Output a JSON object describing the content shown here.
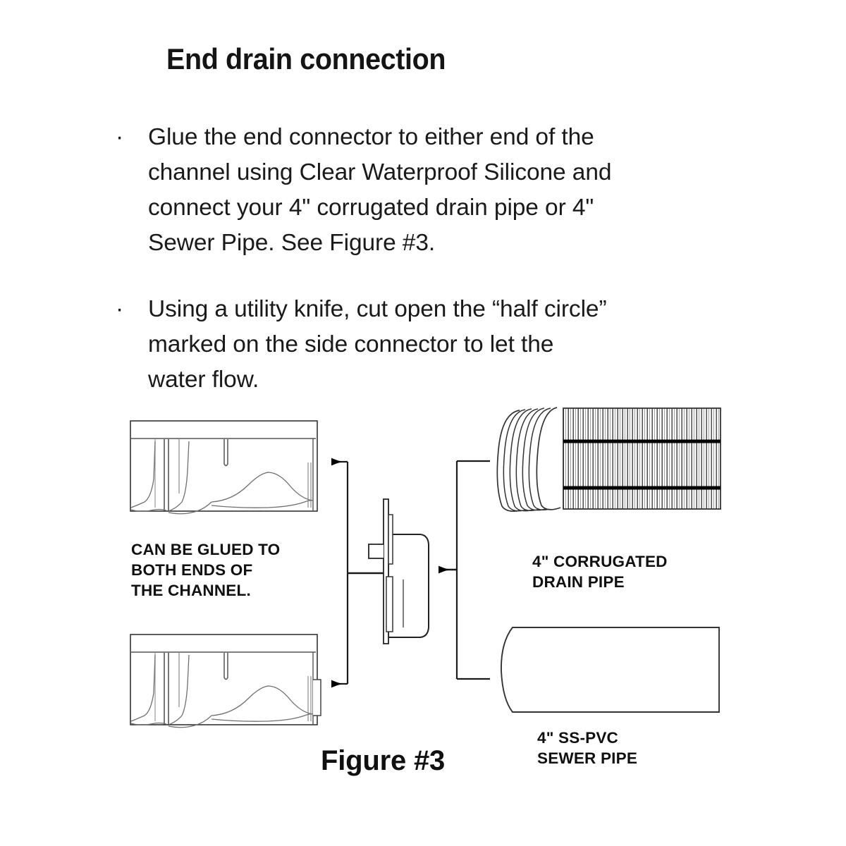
{
  "document": {
    "title": "End drain connection",
    "bullets": [
      {
        "marker": "·",
        "lines": [
          "Glue the end connector to either end of the",
          "channel using Clear Waterproof Silicone and",
          "connect your 4\" corrugated drain pipe or 4\"",
          "Sewer Pipe. See Figure #3."
        ]
      },
      {
        "marker": "·",
        "lines": [
          "Using a utility knife, cut open the “half circle”",
          "marked on the side connector to let the",
          "water flow."
        ]
      }
    ]
  },
  "figure": {
    "caption": "Figure #3",
    "labels": {
      "glued": "CAN BE GLUED TO\nBOTH ENDS OF\nTHE CHANNEL.",
      "corrugated": "4\" CORRUGATED\nDRAIN PIPE",
      "sewer": "4\" SS-PVC\nSEWER PIPE"
    },
    "parts": [
      {
        "name": "channel-top",
        "description": "drainage channel end view, upper"
      },
      {
        "name": "channel-bottom",
        "description": "drainage channel end view, lower"
      },
      {
        "name": "end-connector",
        "description": "end connector side profile with flange"
      },
      {
        "name": "corrugated-drain-pipe",
        "description": "4 inch corrugated drain pipe with ribbed body and two stripes"
      },
      {
        "name": "ss-pvc-sewer-pipe",
        "description": "4 inch SS-PVC sewer pipe plain tube"
      }
    ],
    "colors": {
      "line": "#2a2a2a",
      "line_light": "#6f6f6f",
      "arrow": "#000000",
      "text": "#101010",
      "background": "#ffffff"
    }
  }
}
